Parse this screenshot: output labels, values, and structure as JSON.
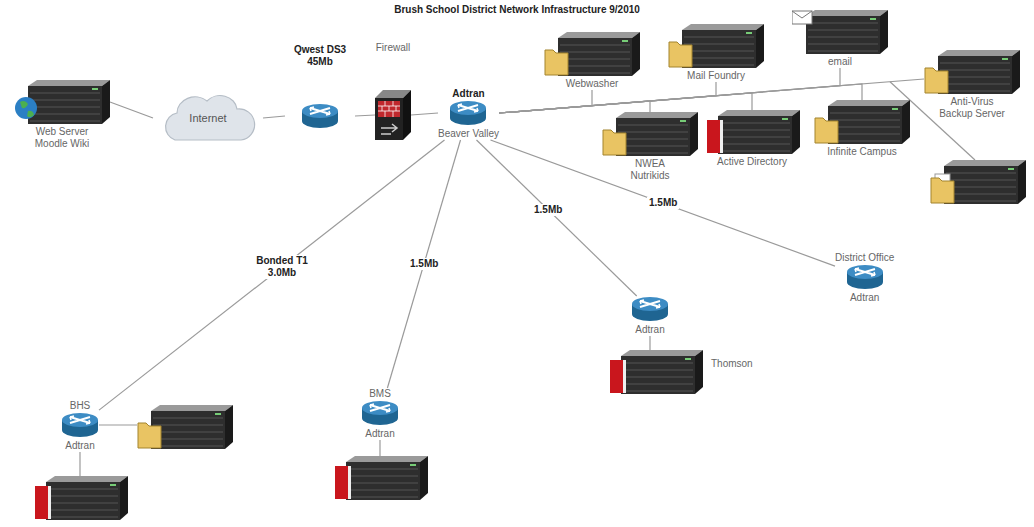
{
  "diagram": {
    "title": "Brush School District Network Infrastructure 9/2010",
    "nodes": [
      {
        "text": [
          "Web Server Moodle Wiki"
        ]
      },
      {
        "text": [
          "Internet"
        ]
      },
      {
        "text": [
          "Qwest DS3 45Mb"
        ]
      },
      {
        "text": [
          "Firewall"
        ]
      },
      {
        "text": [
          "Adtran",
          "Beaver Valley"
        ]
      },
      {
        "text": [
          "Webwasher"
        ]
      },
      {
        "text": [
          "Mail Foundry"
        ]
      },
      {
        "text": [
          "email"
        ]
      },
      {
        "text": [
          "Anti-Virus Backup Server"
        ]
      },
      {
        "text": [
          "NWEA Nutrikids"
        ]
      },
      {
        "text": [
          "Active Directory"
        ]
      },
      {
        "text": [
          "Infinite Campus"
        ]
      },
      {
        "text": [
          "District Office",
          "Adtran"
        ]
      },
      {
        "text": [
          "Adtran"
        ]
      },
      {
        "text": [
          "Thomson"
        ]
      },
      {
        "text": [
          "BMS",
          "Adtran"
        ]
      },
      {
        "text": [
          "BHS",
          "Adtran"
        ]
      }
    ],
    "edges": [
      {
        "from": 0,
        "to": 1,
        "arrow": "none"
      },
      {
        "from": 1,
        "to": 2,
        "arrow": "none"
      },
      {
        "from": 2,
        "to": 3,
        "arrow": "none"
      },
      {
        "from": 3,
        "to": 4,
        "arrow": "none"
      },
      {
        "from": 4,
        "to": 5,
        "arrow": "none"
      },
      {
        "from": 4,
        "to": 6,
        "arrow": "none"
      },
      {
        "from": 4,
        "to": 7,
        "arrow": "none"
      },
      {
        "from": 4,
        "to": 8,
        "arrow": "none"
      },
      {
        "from": 4,
        "to": 9,
        "arrow": "none"
      },
      {
        "from": 4,
        "to": 10,
        "arrow": "none"
      },
      {
        "from": 4,
        "to": 11,
        "arrow": "none"
      },
      {
        "from": 4,
        "to": 12,
        "label": "1.5Mb",
        "arrow": "none"
      },
      {
        "from": 4,
        "to": 13,
        "label": "1.5Mb",
        "arrow": "none"
      },
      {
        "from": 13,
        "to": 14,
        "arrow": "none"
      },
      {
        "from": 4,
        "to": 15,
        "label": "1.5Mb",
        "arrow": "none"
      },
      {
        "from": 4,
        "to": 16,
        "label": "Bonded T1 3.0Mb",
        "arrow": "none"
      }
    ]
  }
}
